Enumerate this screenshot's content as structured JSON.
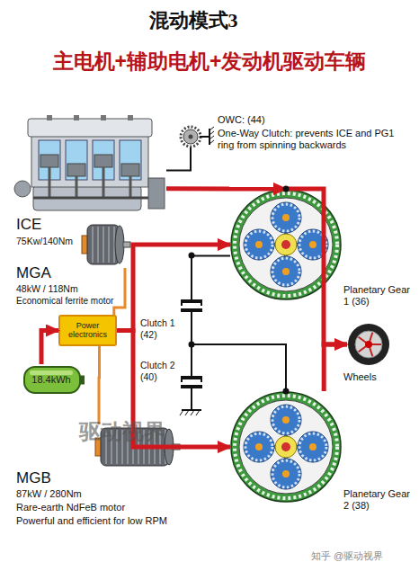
{
  "diagram": {
    "title": "混动模式3",
    "nodes": [
      {
        "text": [
          "OWC: (44)",
          "One-Way Clutch: prevents ICE and PG1 ring from spinning backwards"
        ]
      },
      {
        "text": [
          "ICE",
          "75Kw/140Nm"
        ]
      },
      {
        "text": [
          "Planetary Gear 1 (36)"
        ]
      },
      {
        "text": [
          "MGA",
          "48kW / 118Nm",
          "Economical ferrite motor"
        ]
      },
      {
        "text": [
          "Power electronics"
        ]
      },
      {
        "text": [
          "18.4kWh"
        ]
      },
      {
        "text": [
          "Clutch 1 (42)"
        ]
      },
      {
        "text": [
          "Wheels"
        ]
      },
      {
        "text": [
          "Clutch 2 (40)"
        ]
      },
      {
        "text": [
          "MGB",
          "87kW / 280Nm",
          "Rare-earth NdFeB motor",
          "Powerful and efficient for low RPM"
        ]
      },
      {
        "text": [
          "Planetary Gear 2 (38)"
        ]
      }
    ],
    "edges": [
      {
        "from": 1,
        "to": 2,
        "arrow": "to"
      },
      {
        "from": 4,
        "to": 2,
        "arrow": "to"
      },
      {
        "from": 4,
        "to": 10,
        "arrow": "to"
      },
      {
        "from": 5,
        "to": 4,
        "arrow": "to"
      },
      {
        "from": 2,
        "to": 7,
        "arrow": "to"
      },
      {
        "from": 10,
        "to": 7,
        "arrow": "none"
      },
      {
        "from": 0,
        "to": 1,
        "arrow": "none"
      },
      {
        "from": 6,
        "to": 2,
        "arrow": "none"
      },
      {
        "from": 6,
        "to": 8,
        "arrow": "none"
      },
      {
        "from": 6,
        "to": 10,
        "arrow": "none"
      },
      {
        "from": 3,
        "to": 4,
        "arrow": "none"
      },
      {
        "from": 9,
        "to": 4,
        "arrow": "none"
      }
    ],
    "labels": [
      "主电机+辅助电机+发动机驱动车辆",
      "驱动视界",
      "知乎 @驱动视界"
    ]
  }
}
